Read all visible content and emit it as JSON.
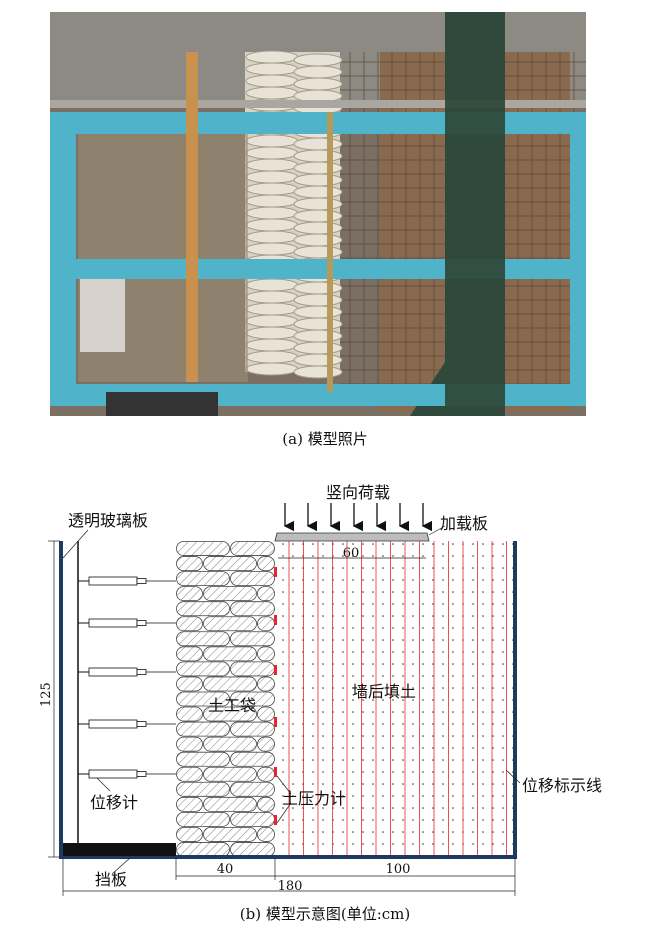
{
  "photo": {
    "caption": "(a) 模型照片"
  },
  "diagram": {
    "caption": "(b) 模型示意图(单位:cm)",
    "labels": {
      "vertical_load": "竖向荷载",
      "loading_plate": "加载板",
      "glass_plate": "透明玻璃板",
      "geobag": "土工袋",
      "backfill": "墙后填土",
      "displacement_gauge": "位移计",
      "pressure_cell": "土压力计",
      "displacement_marker_line": "位移标示线",
      "baffle": "挡板"
    },
    "dimensions": {
      "plate_width": "60",
      "height": "125",
      "bag_width": "40",
      "backfill_width": "100",
      "total_width": "180"
    },
    "colors": {
      "frame": "#1f3a5f",
      "marker_lines": "#e8262a",
      "photo_frame": "#4fb3c9"
    }
  }
}
